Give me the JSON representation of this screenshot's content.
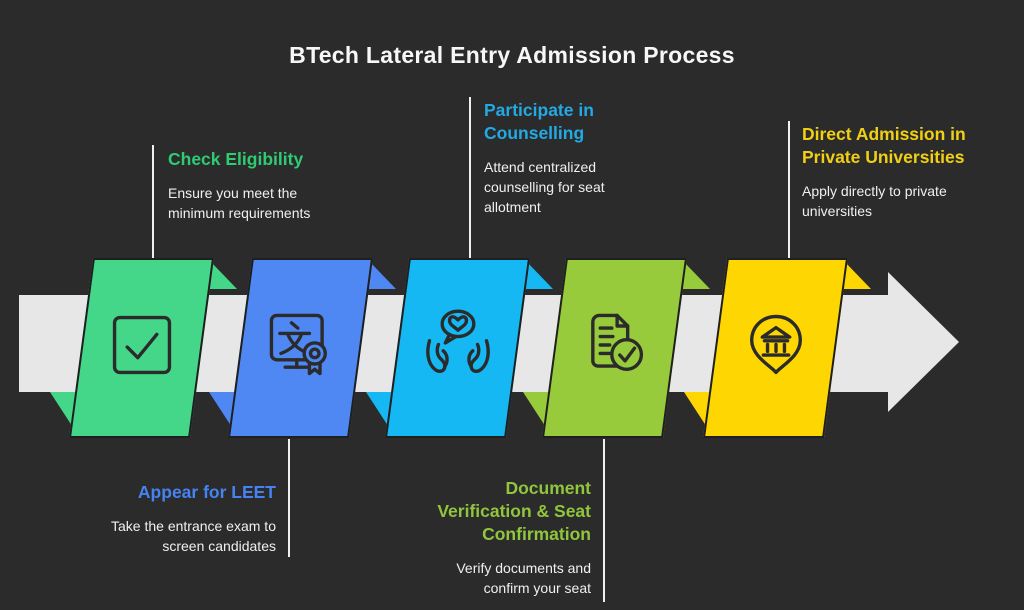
{
  "title": "BTech Lateral Entry Admission Process",
  "colors": {
    "background": "#2b2b2b",
    "band": "#e7e7e7",
    "outline": "#1f1f1f",
    "ink": "#2b2b2b",
    "connector": "#f0f0f0",
    "text": "#f0f0f0",
    "heading": "#f7f7f7"
  },
  "arrow": {
    "direction": "right",
    "color": "#e7e7e7"
  },
  "steps": [
    {
      "id": "check-eligibility",
      "title": "Check Eligibility",
      "description": "Ensure you meet the\nminimum requirements",
      "shape_color": "#44d689",
      "title_color": "#2fcb73",
      "icon": "check-square-icon",
      "label_position": "above"
    },
    {
      "id": "appear-for-leet",
      "title": "Appear for LEET",
      "description": "Take the entrance exam to\nscreen candidates",
      "shape_color": "#4f88f2",
      "title_color": "#4583f2",
      "icon": "translation-certificate-icon",
      "label_position": "below"
    },
    {
      "id": "participate-in-counselling",
      "title": "Participate in\nCounselling",
      "description": "Attend centralized\ncounselling for seat\nallotment",
      "shape_color": "#15b8f2",
      "title_color": "#23a9e4",
      "icon": "counselling-heart-hands-icon",
      "label_position": "above"
    },
    {
      "id": "document-verification-seat-confirmation",
      "title": "Document\nVerification & Seat\nConfirmation",
      "description": "Verify documents and\nconfirm your seat",
      "shape_color": "#97cb3c",
      "title_color": "#90c63d",
      "icon": "document-check-icon",
      "label_position": "below"
    },
    {
      "id": "direct-admission-private-universities",
      "title": "Direct Admission in\nPrivate Universities",
      "description": "Apply directly to private\nuniversities",
      "shape_color": "#fed602",
      "title_color": "#f1d013",
      "icon": "university-location-pin-icon",
      "label_position": "above"
    }
  ]
}
